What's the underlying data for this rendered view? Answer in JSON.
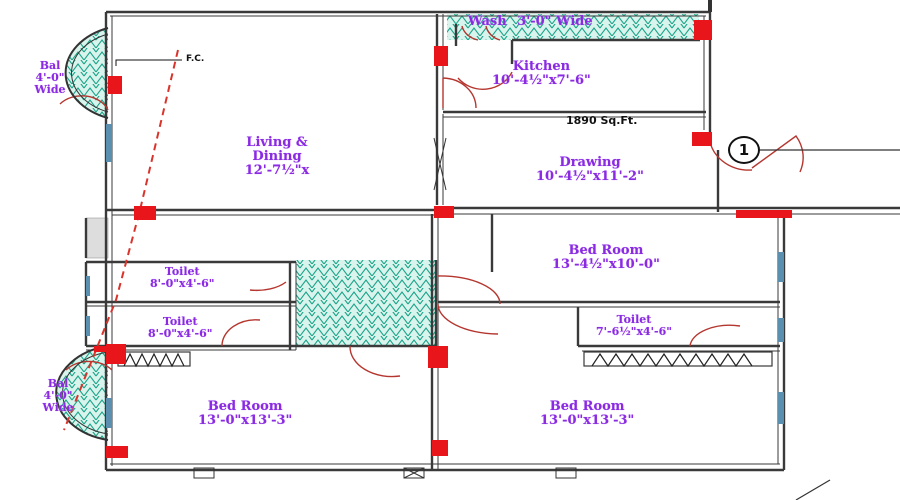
{
  "plan": {
    "area": "1890 Sq.Ft.",
    "fc_label": "F.C.",
    "entrance_number": "1"
  },
  "rooms": {
    "wash": {
      "name": "Wash",
      "dims": "3'-0\" Wide"
    },
    "kitchen": {
      "name": "Kitchen",
      "dims": "10'-4½\"x7'-6\""
    },
    "living": {
      "name": "Living & Dining",
      "dims": "12'-7½\"x"
    },
    "drawing": {
      "name": "Drawing",
      "dims": "10'-4½\"x11'-2\""
    },
    "bal_top": {
      "name": "Bal",
      "dims": "4'-0\" Wide"
    },
    "bal_bottom": {
      "name": "Bal",
      "dims": "4'-0\" Wide"
    },
    "toilet_left_upper": {
      "name": "Toilet",
      "dims": "8'-0\"x4'-6\""
    },
    "toilet_left_lower": {
      "name": "Toilet",
      "dims": "8'-0\"x4'-6\""
    },
    "toilet_right": {
      "name": "Toilet",
      "dims": "7'-6½\"x4'-6\""
    },
    "bedroom_top_right": {
      "name": "Bed Room",
      "dims": "13'-4½\"x10'-0\""
    },
    "bedroom_bottom_left": {
      "name": "Bed Room",
      "dims": "13'-0\"x13'-3\""
    },
    "bedroom_bottom_right": {
      "name": "Bed Room",
      "dims": "13'-0\"x13'-3\""
    }
  },
  "colors": {
    "wall": "#3a3a3a",
    "column": "#e8151b",
    "door_arc": "#b5362f",
    "hatch": "#1aa38a",
    "hatch_bg": "#d9f4ec",
    "label": "#8a2be2",
    "window": "#5b8fb0",
    "section_line": "#d9342b"
  }
}
